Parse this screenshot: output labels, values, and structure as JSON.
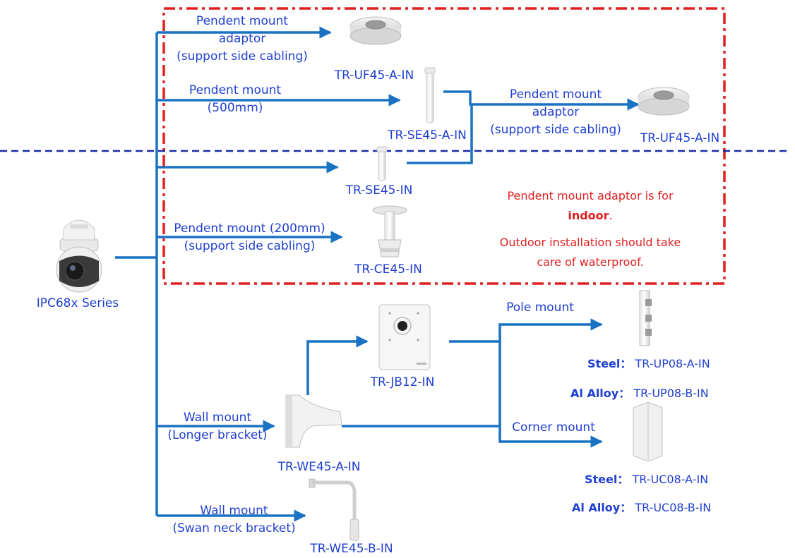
{
  "camera": {
    "name": "IPC68x Series"
  },
  "labels": {
    "pendent_adaptor_top": [
      "Pendent  mount",
      "adaptor",
      "(support side cabling)"
    ],
    "uf45_top": "TR-UF45-A-IN",
    "pendent_500": [
      "Pendent  mount",
      "(500mm)"
    ],
    "se45a": "TR-SE45-A-IN",
    "pendent_adaptor_right": [
      "Pendent  mount",
      "adaptor",
      "(support side cabling)"
    ],
    "uf45_right": "TR-UF45-A-IN",
    "se45": "TR-SE45-IN",
    "pendent_200": [
      "Pendent  mount (200mm)",
      "(support side cabling)"
    ],
    "ce45": "TR-CE45-IN",
    "jb12": "TR-JB12-IN",
    "pole_mount": "Pole mount",
    "wall_longer": [
      "Wall mount",
      "(Longer bracket)"
    ],
    "we45a": "TR-WE45-A-IN",
    "corner_mount": "Corner mount",
    "wall_swan": [
      "Wall mount",
      "(Swan neck bracket)"
    ],
    "we45b": "TR-WE45-B-IN"
  },
  "note": {
    "line1": "Pendent  mount adaptor is for",
    "indoor": "indoor",
    "period": ".",
    "line3": "Outdoor installation should take",
    "line4": "care of waterproof."
  },
  "specs": {
    "pole_steel_key": "Steel：",
    "pole_steel_val": "TR-UP08-A-IN",
    "pole_al_key": "Al Alloy：",
    "pole_al_val": "TR-UP08-B-IN",
    "corner_steel_key": "Steel：",
    "corner_steel_val": "TR-UC08-A-IN",
    "corner_al_key": "Al Alloy：",
    "corner_al_val": "TR-UC08-B-IN"
  },
  "colors": {
    "arrow": "#1a72c2",
    "text": "#1f3fd0",
    "red": "#e02020",
    "navy_dash": "#1a2aa8"
  }
}
